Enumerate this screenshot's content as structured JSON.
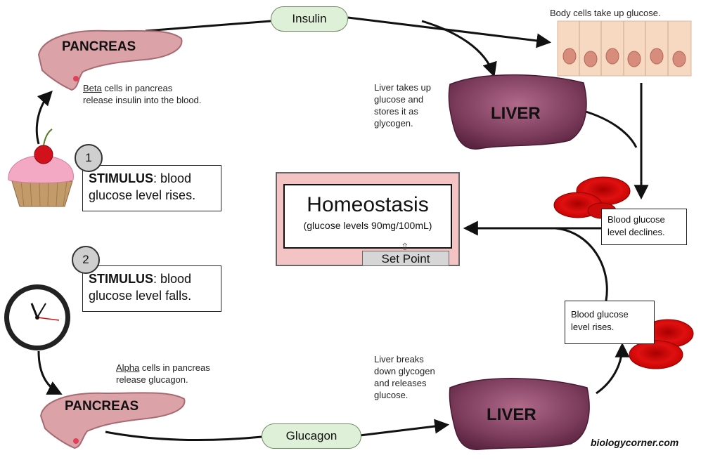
{
  "hormones": {
    "top": "Insulin",
    "bottom": "Glucagon"
  },
  "organs": {
    "pancreas_top": "PANCREAS",
    "pancreas_bottom": "PANCREAS",
    "liver_top": "LIVER",
    "liver_bottom": "LIVER"
  },
  "captions": {
    "body_cells": "Body cells take up glucose.",
    "beta_word": "Beta",
    "beta_rest": " cells in pancreas",
    "beta_line2": "release insulin into the blood.",
    "alpha_word": "Alpha",
    "alpha_rest": " cells in pancreas",
    "alpha_line2": "release glucagon.",
    "liver_takes": [
      "Liver takes up",
      "glucose and",
      "stores it as",
      "glycogen."
    ],
    "liver_breaks": [
      "Liver breaks",
      "down glycogen",
      "and releases",
      "glucose."
    ]
  },
  "stimulus1": {
    "number": "1",
    "label": "STIMULUS",
    "text1": ":  blood",
    "text2": "glucose level rises."
  },
  "stimulus2": {
    "number": "2",
    "label": "STIMULUS",
    "text1": ":  blood",
    "text2": "glucose level falls."
  },
  "homeostasis": {
    "title": "Homeostasis",
    "subtitle": "(glucose levels 90mg/100mL)",
    "set_point": "Set Point"
  },
  "blood_declines": [
    "Blood glucose",
    "level declines."
  ],
  "blood_rises": [
    "Blood glucose",
    "level rises."
  ],
  "credit": "biologycorner.com"
}
